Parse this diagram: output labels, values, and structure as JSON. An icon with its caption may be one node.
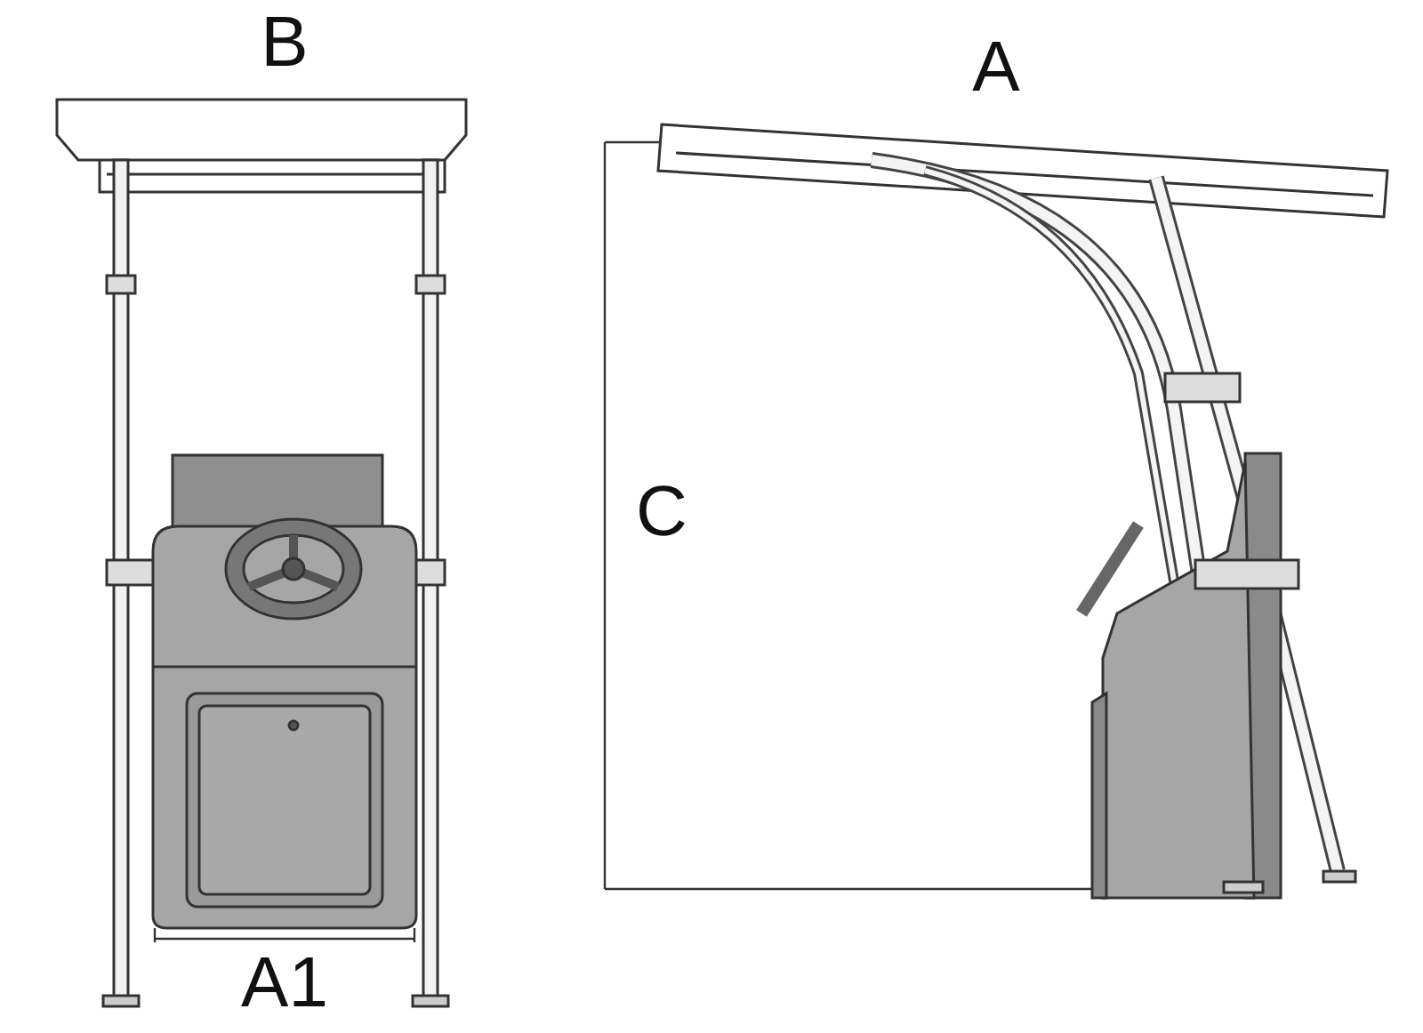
{
  "diagram": {
    "labels": [
      "B",
      "A",
      "C",
      "A1"
    ]
  }
}
